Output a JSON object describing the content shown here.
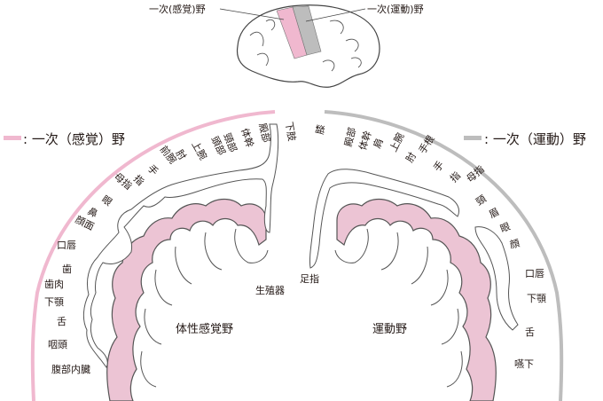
{
  "brain_top": {
    "sensory_label": "一次(感覚)野",
    "motor_label": "一次(運動)野"
  },
  "legend": {
    "sensory": ": 一次（感覚）野",
    "motor": ": 一次（運動）野",
    "colors": {
      "sensory": "#f0b8cf",
      "motor": "#bdbdbd",
      "cortex_fill": "#ecc4d4",
      "cortex_stroke": "#555555"
    }
  },
  "sensory": {
    "area_label": "体性感覚野",
    "genital_label": "生殖器",
    "body_parts": [
      "下肢",
      "殿部",
      "体幹",
      "頸部",
      "頭部",
      "上腕",
      "肘",
      "前腕",
      "手",
      "指",
      "母指",
      "眼",
      "鼻",
      "顔面",
      "口唇",
      "歯",
      "歯肉",
      "下顎",
      "舌",
      "咽頭",
      "腹部内臓"
    ]
  },
  "motor": {
    "area_label": "運動野",
    "toe_label": "足指",
    "body_parts": [
      "膝",
      "殿部",
      "体幹",
      "肩",
      "上腕",
      "肘",
      "手根",
      "手",
      "指",
      "母指",
      "頸",
      "眉",
      "眼",
      "顔",
      "口唇",
      "下顎",
      "舌",
      "嚥下"
    ]
  }
}
